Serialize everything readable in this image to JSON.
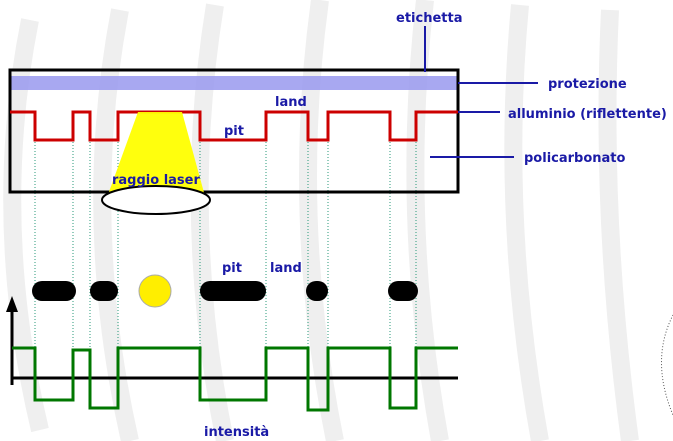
{
  "diagram": {
    "labels": {
      "label_layer": "etichetta",
      "protection": "protezione",
      "aluminium": "alluminio (riflettente)",
      "polycarbonate": "policarbonato",
      "laser": "raggio laser",
      "pit_top": "pit",
      "land_top": "land",
      "pit_bottom": "pit",
      "land_bottom": "land",
      "intensity": "intensità"
    },
    "colors": {
      "disc_outline": "#000000",
      "protection_layer": "#9999ee",
      "aluminium_track": "#cc0000",
      "leader_lines": "#1a1aa6",
      "signal": "#007700",
      "laser_beam": "#ffff00",
      "text": "#1a1aa6",
      "guides": "#2a9a7a",
      "watermark": "#efefef"
    },
    "icons": {
      "axis": "arrow-up-icon",
      "laser_spot": "circle-icon"
    }
  }
}
